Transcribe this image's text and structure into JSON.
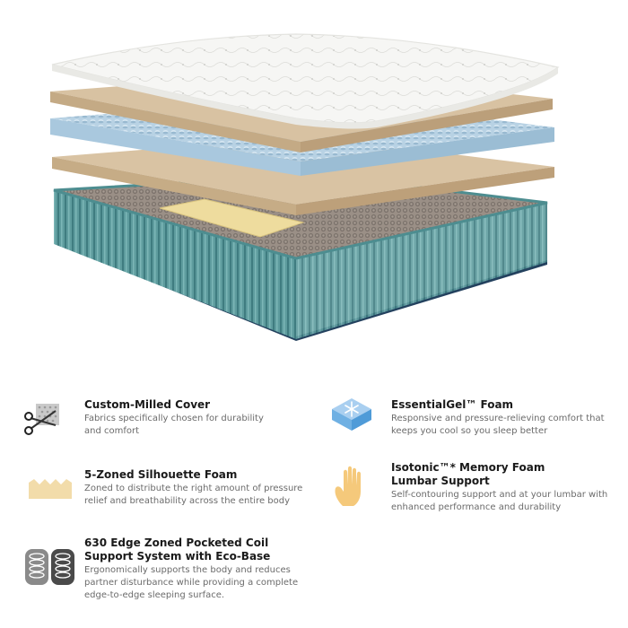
{
  "features": [
    {
      "icon": "scissors-fabric-icon",
      "title": "Custom-Milled Cover",
      "description": "Fabrics specifically chosen for durability\nand comfort"
    },
    {
      "icon": "snowflake-gel-icon",
      "title": "EssentialGel™ Foam",
      "description": "Responsive and pressure-relieving comfort that\nkeeps you cool so you sleep better"
    },
    {
      "icon": "zoned-foam-icon",
      "title": "5-Zoned Silhouette Foam",
      "description": "Zoned to distribute the right amount of pressure\nrelief and breathability across the entire body"
    },
    {
      "icon": "hand-icon",
      "title": "Isotonic™* Memory Foam\nLumbar Support",
      "description": "Self-contouring support and at your lumbar with\nenhanced performance and durability"
    },
    {
      "icon": "coil-springs-icon",
      "title": "630 Edge Zoned Pocketed Coil\nSupport System with Eco-Base",
      "description": "Ergonomically supports the body and reduces\npartner disturbance while providing a complete\nedge-to-edge sleeping surface."
    }
  ],
  "colors": {
    "cover": "#f4f4f2",
    "foam_tan": "#d9c3a3",
    "gel_blue": "#b9d3e6",
    "coil_teal": "#5f9ea0",
    "base_navy": "#23415e",
    "lumbar_yellow": "#eedc9e"
  }
}
